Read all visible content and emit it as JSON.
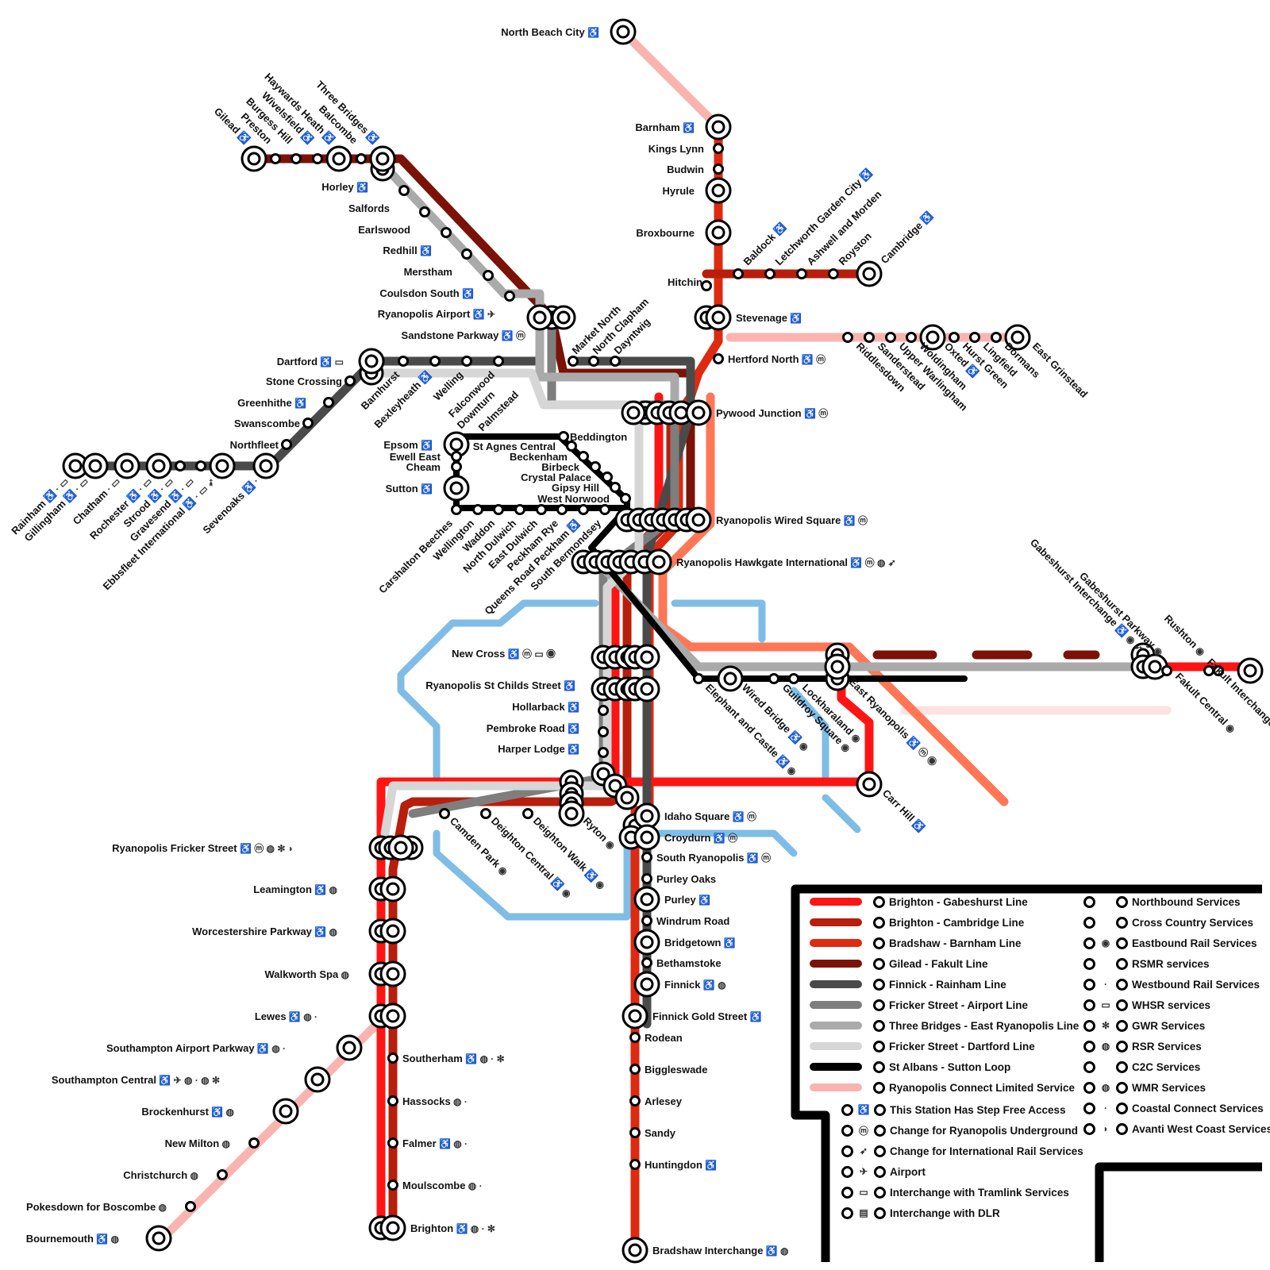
{
  "lines": [
    {
      "id": "brighton-gabeshurst",
      "name": "Brighton - Gabeshurst Line",
      "color": "#ff1414"
    },
    {
      "id": "brighton-cambridge",
      "name": "Brighton - Cambridge Line",
      "color": "#b81e0c"
    },
    {
      "id": "bradshaw-barnham",
      "name": "Bradshaw - Barnham Line",
      "color": "#dd2a10"
    },
    {
      "id": "gilead-fakult",
      "name": "Gilead - Fakult Line",
      "color": "#7a1208"
    },
    {
      "id": "finnick-rainham",
      "name": "Finnick - Rainham Line",
      "color": "#4a4a4a"
    },
    {
      "id": "fricker-airport",
      "name": "Fricker Street - Airport Line",
      "color": "#7e7e7e"
    },
    {
      "id": "threebridges-eastryanopolis",
      "name": "Three Bridges - East Ryanopolis Line",
      "color": "#aaaaaa"
    },
    {
      "id": "fricker-dartford",
      "name": "Fricker Street - Dartford Line",
      "color": "#d6d6d6"
    },
    {
      "id": "stalbans-sutton",
      "name": "St Albans - Sutton Loop",
      "color": "#000000"
    },
    {
      "id": "connect-limited",
      "name": "Ryanopolis Connect Limited Service",
      "color": "#f9b4b0"
    },
    {
      "id": "salmon",
      "name": "",
      "color": "#ff7757"
    },
    {
      "id": "underground",
      "name": "",
      "color": "#7fbde6"
    }
  ],
  "stations": [
    {
      "name": "North Beach City",
      "icons": "♿"
    },
    {
      "name": "Barnham",
      "icons": "♿"
    },
    {
      "name": "Kings Lynn",
      "icons": ""
    },
    {
      "name": "Budwin",
      "icons": ""
    },
    {
      "name": "Hyrule",
      "icons": ""
    },
    {
      "name": "Broxbourne",
      "icons": ""
    },
    {
      "name": "Hitchin",
      "icons": ""
    },
    {
      "name": "Stevenage",
      "icons": "♿"
    },
    {
      "name": "Hertford North",
      "icons": "♿ ⓜ"
    },
    {
      "name": "Baldock",
      "icons": "♿"
    },
    {
      "name": "Letchworth Garden City",
      "icons": "♿"
    },
    {
      "name": "Ashwell and Morden",
      "icons": ""
    },
    {
      "name": "Royston",
      "icons": ""
    },
    {
      "name": "Cambridge",
      "icons": "♿"
    },
    {
      "name": "Riddlesdown",
      "icons": ""
    },
    {
      "name": "Sanderstead",
      "icons": ""
    },
    {
      "name": "Upper Warlingham",
      "icons": ""
    },
    {
      "name": "Woldingham",
      "icons": ""
    },
    {
      "name": "Oxted",
      "icons": "♿"
    },
    {
      "name": "Hurst Green",
      "icons": ""
    },
    {
      "name": "Lingfield",
      "icons": ""
    },
    {
      "name": "Dormans",
      "icons": ""
    },
    {
      "name": "East Grinstead",
      "icons": ""
    },
    {
      "name": "Gilead",
      "icons": "♿"
    },
    {
      "name": "Preston",
      "icons": ""
    },
    {
      "name": "Burgess Hill",
      "icons": ""
    },
    {
      "name": "Wivelsfield",
      "icons": "♿"
    },
    {
      "name": "Haywards Heath",
      "icons": "♿"
    },
    {
      "name": "Balcombe",
      "icons": ""
    },
    {
      "name": "Three Bridges",
      "icons": "♿"
    },
    {
      "name": "Horley",
      "icons": "♿"
    },
    {
      "name": "Salfords",
      "icons": ""
    },
    {
      "name": "Earlswood",
      "icons": ""
    },
    {
      "name": "Redhill",
      "icons": "♿"
    },
    {
      "name": "Merstham",
      "icons": ""
    },
    {
      "name": "Coulsdon South",
      "icons": "♿"
    },
    {
      "name": "Ryanopolis Airport",
      "icons": "♿ ✈"
    },
    {
      "name": "Sandstone Parkway",
      "icons": "♿ ⓜ"
    },
    {
      "name": "Dartford",
      "icons": "♿ ▭"
    },
    {
      "name": "Stone Crossing",
      "icons": ""
    },
    {
      "name": "Greenhithe",
      "icons": "♿"
    },
    {
      "name": "Swanscombe",
      "icons": ""
    },
    {
      "name": "Northfleet",
      "icons": ""
    },
    {
      "name": "Barnhurst",
      "icons": ""
    },
    {
      "name": "Bexleyheath",
      "icons": "♿"
    },
    {
      "name": "Welling",
      "icons": ""
    },
    {
      "name": "Falconwood",
      "icons": ""
    },
    {
      "name": "Downturn",
      "icons": ""
    },
    {
      "name": "Palmstead",
      "icons": ""
    },
    {
      "name": "Market North",
      "icons": ""
    },
    {
      "name": "North Clapham",
      "icons": ""
    },
    {
      "name": "Dayntwig",
      "icons": ""
    },
    {
      "name": "Pywood Junction",
      "icons": "♿ ⓜ"
    },
    {
      "name": "Beddington",
      "icons": ""
    },
    {
      "name": "St Agnes Central",
      "icons": ""
    },
    {
      "name": "Beckenham",
      "icons": ""
    },
    {
      "name": "Birbeck",
      "icons": ""
    },
    {
      "name": "Crystal Palace",
      "icons": ""
    },
    {
      "name": "Gipsy Hill",
      "icons": ""
    },
    {
      "name": "West Norwood",
      "icons": ""
    },
    {
      "name": "Epsom",
      "icons": "♿"
    },
    {
      "name": "Ewell East",
      "icons": ""
    },
    {
      "name": "Cheam",
      "icons": ""
    },
    {
      "name": "Sutton",
      "icons": "♿"
    },
    {
      "name": "Carshalton Beeches",
      "icons": ""
    },
    {
      "name": "Wellington",
      "icons": ""
    },
    {
      "name": "Waddon",
      "icons": ""
    },
    {
      "name": "North Dulwich",
      "icons": ""
    },
    {
      "name": "East Dulwich",
      "icons": ""
    },
    {
      "name": "Peckham Rye",
      "icons": ""
    },
    {
      "name": "Queens Road Peckham",
      "icons": "♿"
    },
    {
      "name": "South Bermondsey",
      "icons": ""
    },
    {
      "name": "Ryanopolis Wired Square",
      "icons": "♿ ⓜ"
    },
    {
      "name": "Ryanopolis Hawkgate International",
      "icons": "♿ ⓜ ◍ ➶"
    },
    {
      "name": "Rainham",
      "icons": "♿ · ▭"
    },
    {
      "name": "Gillingham",
      "icons": "♿ · ▭"
    },
    {
      "name": "Chatham",
      "icons": "· ▭"
    },
    {
      "name": "Rochester",
      "icons": "♿ · ▭"
    },
    {
      "name": "Strood",
      "icons": "♿ · ▭"
    },
    {
      "name": "Gravesend",
      "icons": "♿ · ▭"
    },
    {
      "name": "Ebbsfleet International",
      "icons": "♿ · ▭ ➶"
    },
    {
      "name": "Sevenoaks",
      "icons": "♿ ·"
    },
    {
      "name": "New Cross",
      "icons": "♿ ⓜ ▭ ◉"
    },
    {
      "name": "Ryanopolis St Childs Street",
      "icons": "♿"
    },
    {
      "name": "Hollarback",
      "icons": "♿"
    },
    {
      "name": "Pembroke Road",
      "icons": "♿"
    },
    {
      "name": "Harper Lodge",
      "icons": "♿"
    },
    {
      "name": "Elephant and Castle",
      "icons": "♿ ◉"
    },
    {
      "name": "Wired Bridge",
      "icons": "♿ ◉"
    },
    {
      "name": "Guildroy Square",
      "icons": "◉"
    },
    {
      "name": "Lockharaland",
      "icons": "◉"
    },
    {
      "name": "East Ryanopolis",
      "icons": "♿ ⓜ ◉"
    },
    {
      "name": "Carr Hill",
      "icons": "♿"
    },
    {
      "name": "Gabeshurst Interchange",
      "icons": "♿ ◉ ➶"
    },
    {
      "name": "Gabeshurst Parkway",
      "icons": "◉"
    },
    {
      "name": "Rushton",
      "icons": "◉"
    },
    {
      "name": "Fakult Interchange",
      "icons": "♿ ◉"
    },
    {
      "name": "Fakult Central",
      "icons": "◉"
    },
    {
      "name": "Idaho Square",
      "icons": "♿ ⓜ"
    },
    {
      "name": "Croydurn",
      "icons": "♿ ⓜ"
    },
    {
      "name": "South Ryanopolis",
      "icons": "♿ ⓜ"
    },
    {
      "name": "Purley Oaks",
      "icons": ""
    },
    {
      "name": "Purley",
      "icons": "♿"
    },
    {
      "name": "Windrum Road",
      "icons": ""
    },
    {
      "name": "Bridgetown",
      "icons": "♿"
    },
    {
      "name": "Bethamstoke",
      "icons": ""
    },
    {
      "name": "Finnick",
      "icons": "♿ ◍"
    },
    {
      "name": "Finnick Gold Street",
      "icons": "♿"
    },
    {
      "name": "Rodean",
      "icons": ""
    },
    {
      "name": "Biggleswade",
      "icons": ""
    },
    {
      "name": "Arlesey",
      "icons": ""
    },
    {
      "name": "Sandy",
      "icons": ""
    },
    {
      "name": "Huntingdon",
      "icons": "♿"
    },
    {
      "name": "Bradshaw Interchange",
      "icons": "♿ ◍"
    },
    {
      "name": "Camden Park",
      "icons": "◉"
    },
    {
      "name": "Deighton Central",
      "icons": "♿ ◉"
    },
    {
      "name": "Deighton Walk",
      "icons": "♿ ◉"
    },
    {
      "name": "Ryton",
      "icons": "◉"
    },
    {
      "name": "Ryanopolis Fricker Street",
      "icons": "♿ ⓜ ◍ ✻ ◗"
    },
    {
      "name": "Leamington",
      "icons": "♿ ◍"
    },
    {
      "name": "Worcestershire Parkway",
      "icons": "♿ ◍"
    },
    {
      "name": "Walkworth Spa",
      "icons": "◍"
    },
    {
      "name": "Lewes",
      "icons": "♿ ◍ ·"
    },
    {
      "name": "Southampton Airport Parkway",
      "icons": "♿ ◍ ·"
    },
    {
      "name": "Southampton Central",
      "icons": "♿ ✈ ◍ · ◍ ✻"
    },
    {
      "name": "Brockenhurst",
      "icons": "♿ ◍"
    },
    {
      "name": "New Milton",
      "icons": "◍"
    },
    {
      "name": "Christchurch",
      "icons": "◍"
    },
    {
      "name": "Pokesdown for Boscombe",
      "icons": "◍"
    },
    {
      "name": "Bournemouth",
      "icons": "♿ ◍"
    },
    {
      "name": "Southerham",
      "icons": "♿ ◍ · ✻"
    },
    {
      "name": "Hassocks",
      "icons": "◍ ·"
    },
    {
      "name": "Falmer",
      "icons": "♿ ◍ ·"
    },
    {
      "name": "Moulscombe",
      "icons": "◍ ·"
    },
    {
      "name": "Brighton",
      "icons": "♿ ◍ · ✻"
    }
  ],
  "legend": {
    "lines": [
      {
        "label": "Brighton - Gabeshurst Line",
        "color": "#ff1414"
      },
      {
        "label": "Brighton - Cambridge Line",
        "color": "#b81e0c"
      },
      {
        "label": "Bradshaw - Barnham Line",
        "color": "#dd2a10"
      },
      {
        "label": "Gilead - Fakult Line",
        "color": "#7a1208"
      },
      {
        "label": "Finnick - Rainham Line",
        "color": "#4a4a4a"
      },
      {
        "label": "Fricker Street - Airport Line",
        "color": "#7e7e7e"
      },
      {
        "label": "Three Bridges - East Ryanopolis Line",
        "color": "#aaaaaa"
      },
      {
        "label": "Fricker Street - Dartford Line",
        "color": "#d6d6d6"
      },
      {
        "label": "St Albans - Sutton Loop",
        "color": "#000000"
      },
      {
        "label": "Ryanopolis Connect Limited Service",
        "color": "#f9b4b0"
      }
    ],
    "symbols": [
      {
        "icon": "♿",
        "label": "This Station Has Step Free Access"
      },
      {
        "icon": "ⓜ",
        "label": "Change for Ryanopolis Underground"
      },
      {
        "icon": "➶",
        "label": "Change for International Rail Services"
      },
      {
        "icon": "✈",
        "label": "Airport"
      },
      {
        "icon": "▭",
        "label": "Interchange with Tramlink Services"
      },
      {
        "icon": "▤",
        "label": "Interchange with DLR"
      }
    ],
    "services": [
      {
        "icon": "",
        "label": "Northbound Services"
      },
      {
        "icon": "",
        "label": "Cross Country Services"
      },
      {
        "icon": "◉",
        "label": "Eastbound Rail Services"
      },
      {
        "icon": "",
        "label": "RSMR services"
      },
      {
        "icon": "·",
        "label": "Westbound Rail Services"
      },
      {
        "icon": "▭",
        "label": "WHSR services"
      },
      {
        "icon": "✻",
        "label": "GWR Services"
      },
      {
        "icon": "◍",
        "label": "RSR Services"
      },
      {
        "icon": "",
        "label": "C2C Services"
      },
      {
        "icon": "◍",
        "label": "WMR Services"
      },
      {
        "icon": "·",
        "label": "Coastal Connect Services"
      },
      {
        "icon": "◗",
        "label": "Avanti West Coast Services"
      }
    ]
  }
}
